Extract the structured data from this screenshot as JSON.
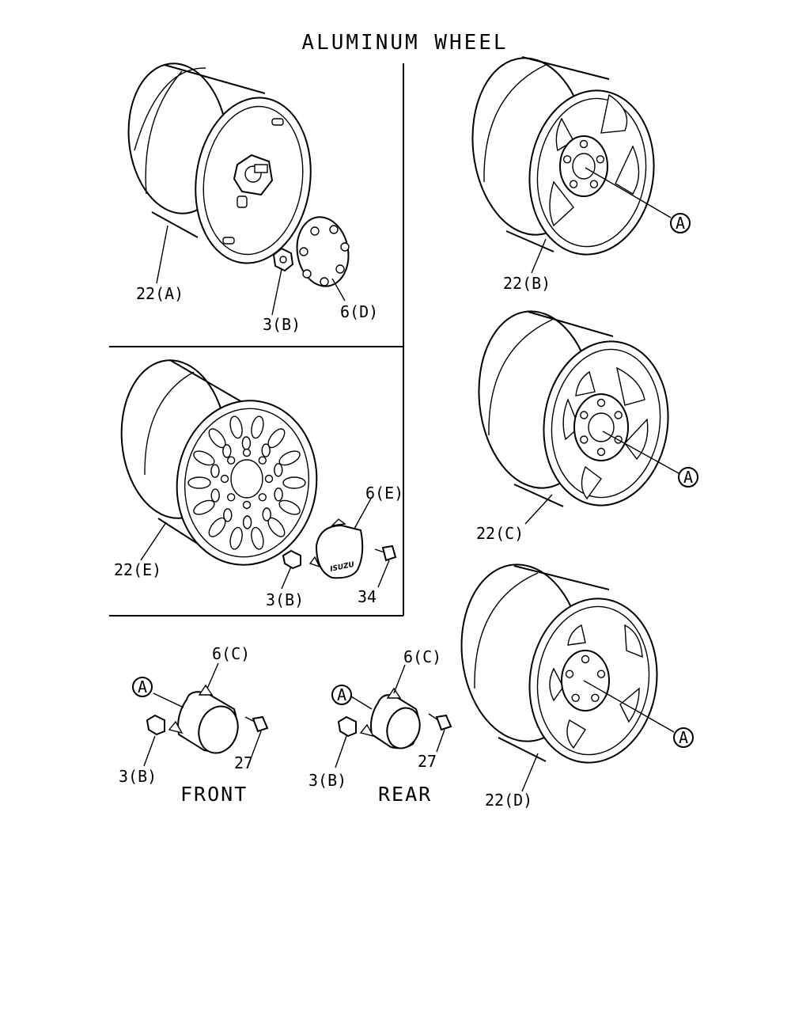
{
  "title": "ALUMINUM WHEEL",
  "labels": {
    "wheel_a": "22(A)",
    "wheel_b": "22(B)",
    "wheel_c": "22(C)",
    "wheel_d": "22(D)",
    "wheel_e": "22(E)",
    "nut_a": "3(B)",
    "nut_e": "3(B)",
    "nut_front": "3(B)",
    "nut_rear": "3(B)",
    "cap_d": "6(D)",
    "cap_e": "6(E)",
    "cap_front": "6(C)",
    "cap_rear": "6(C)",
    "screw_e": "34",
    "screw_front": "27",
    "screw_rear": "27",
    "ref_b": "A",
    "ref_c": "A",
    "ref_d": "A",
    "ref_front": "A",
    "ref_rear": "A",
    "cap_logo": "ISUZU"
  },
  "captions": {
    "front": "FRONT",
    "rear": "REAR"
  },
  "colors": {
    "line": "#000000",
    "background": "#ffffff"
  }
}
